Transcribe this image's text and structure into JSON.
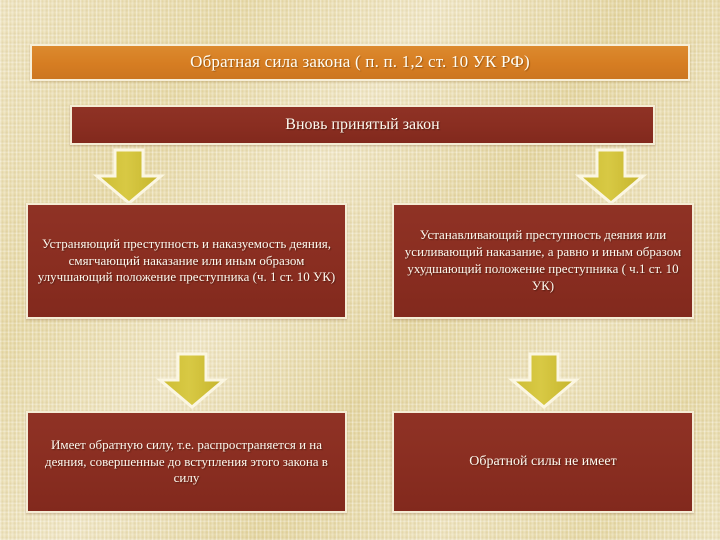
{
  "slide": {
    "title": "Обратная сила закона ( п. п. 1,2 ст. 10 УК РФ)",
    "subtitle": "Вновь принятый закон",
    "boxes": {
      "mitigating": "Устраняющий преступность и наказуемость деяния, смягчающий наказание или иным образом улучшающий положение преступника (ч. 1 ст. 10 УК)",
      "aggravating": "Устанавливающий преступность деяния или усиливающий наказание, а равно и иным образом ухудшающий положение преступника ( ч.1 ст. 10 УК)",
      "retroactive": "Имеет обратную силу, т.е. распространяется и на деяния, совершенные до вступления этого закона в силу",
      "no_retroactive": "Обратной силы не имеет"
    },
    "arrows": {
      "top_left": "down-arrow",
      "top_right": "down-arrow",
      "bottom_left": "down-arrow",
      "bottom_right": "down-arrow"
    },
    "colors": {
      "background": "#e9dcae",
      "title_bar": "#d67d22",
      "box_fill": "#8a2e21",
      "box_border": "#f5ecd4",
      "arrow_fill": "#d2c23c",
      "arrow_border": "#fbf6e2",
      "text": "#fdf9ef"
    }
  }
}
